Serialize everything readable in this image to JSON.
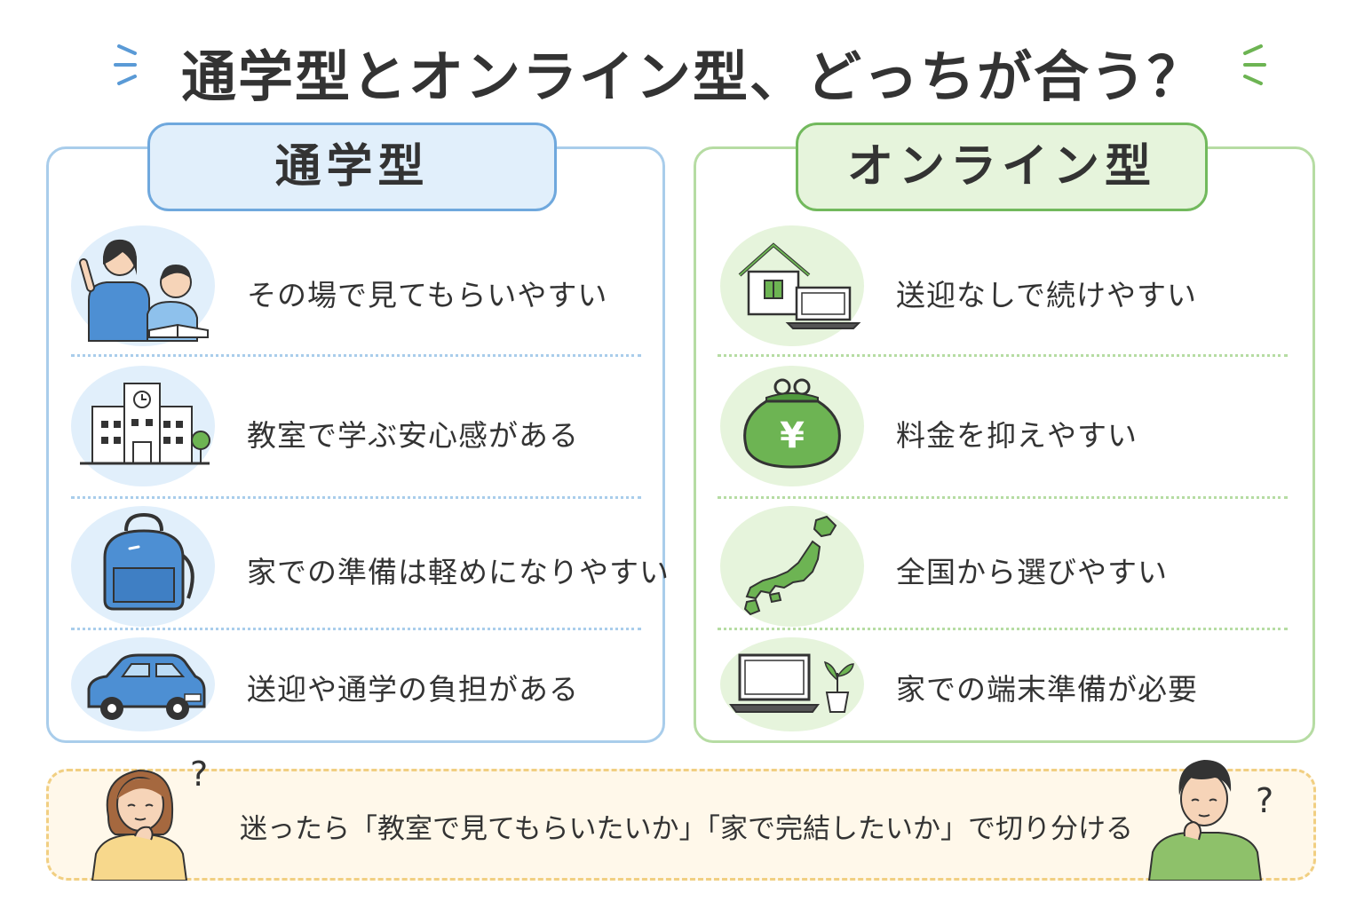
{
  "title": "通学型とオンライン型、どっちが合う？",
  "left": {
    "label": "通学型",
    "items": [
      {
        "text": "その場で見てもらいやすい",
        "icon": "teacher-student-icon"
      },
      {
        "text": "教室で学ぶ安心感がある",
        "icon": "school-building-icon"
      },
      {
        "text": "家での準備は軽めになりやすい",
        "icon": "backpack-icon"
      },
      {
        "text": "送迎や通学の負担がある",
        "icon": "car-icon"
      }
    ]
  },
  "right": {
    "label": "オンライン型",
    "items": [
      {
        "text": "送迎なしで続けやすい",
        "icon": "house-laptop-icon"
      },
      {
        "text": "料金を抑えやすい",
        "icon": "yen-purse-icon",
        "symbol": "¥"
      },
      {
        "text": "全国から選びやすい",
        "icon": "japan-map-icon"
      },
      {
        "text": "家での端末準備が必要",
        "icon": "laptop-plant-icon"
      }
    ]
  },
  "footer": {
    "text": "迷ったら「教室で見てもらいたいか」「家で完結したいか」で切り分ける",
    "question_mark": "?"
  },
  "colors": {
    "text": "#333333",
    "blue_border": "#a9cdeb",
    "blue_accent": "#6fa8dd",
    "blue_fill": "#e1effb",
    "green_border": "#b6dca3",
    "green_accent": "#72b95d",
    "green_fill": "#e6f4dc",
    "footer_border": "#f1cf82",
    "footer_fill": "#fff8ea"
  }
}
